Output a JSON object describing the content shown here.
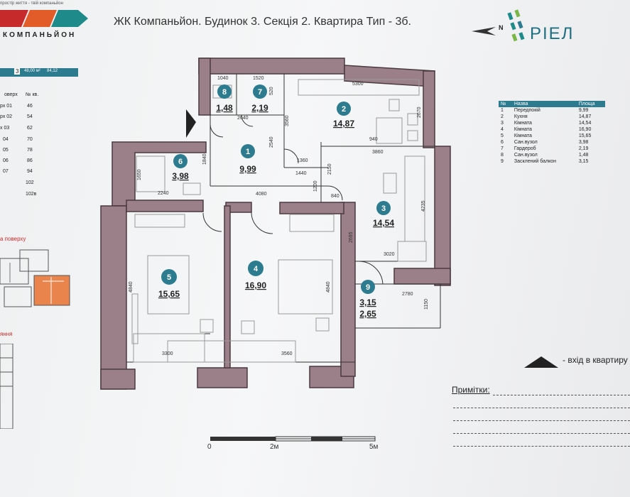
{
  "header": {
    "brand_tagline": "простір життя - твій компаньйон",
    "brand_name": "КОМПАНЬЙОН",
    "title": "ЖК Компаньйон. Будинок 3. Секція 2. Квартира Тип - 3б.",
    "north_label": "N",
    "developer_logo": "РІЕЛ"
  },
  "left_panel": {
    "summary": [
      "3",
      "48,00 м²",
      "84,12"
    ],
    "floors_header": [
      "оверх",
      "№ кв."
    ],
    "floors": [
      [
        "рх 01",
        "46"
      ],
      [
        "рх 02",
        "54"
      ],
      [
        "х 03",
        "62"
      ],
      [
        "04",
        "70"
      ],
      [
        "05",
        "78"
      ],
      [
        "06",
        "86"
      ],
      [
        "07",
        "94"
      ],
      [
        "",
        "102"
      ],
      [
        "",
        "102в"
      ]
    ],
    "section_label_1": "а поверху",
    "section_label_2": "яння"
  },
  "plan": {
    "rooms": [
      {
        "id": "1",
        "area": "9,99"
      },
      {
        "id": "2",
        "area": "14,87"
      },
      {
        "id": "3",
        "area": "14,54"
      },
      {
        "id": "4",
        "area": "16,90"
      },
      {
        "id": "5",
        "area": "15,65"
      },
      {
        "id": "6",
        "area": "3,98"
      },
      {
        "id": "7",
        "area": "2,19"
      },
      {
        "id": "8",
        "area": "1,48"
      },
      {
        "id": "9",
        "area": "3,15",
        "area2": "2,65"
      }
    ],
    "dims": [
      "1040",
      "1520",
      "5300",
      "520",
      "2640",
      "3560",
      "2540",
      "1360",
      "940",
      "1440",
      "1840",
      "2240",
      "4080",
      "1200",
      "840",
      "3860",
      "2670",
      "2150",
      "4235",
      "2695",
      "3020",
      "2780",
      "1150",
      "4840",
      "4840",
      "3300",
      "3560",
      "1650"
    ]
  },
  "legend": {
    "header": [
      "№",
      "Назва",
      "Площа"
    ],
    "rows": [
      [
        "1",
        "Передпокій",
        "9,99"
      ],
      [
        "2",
        "Кухня",
        "14,87"
      ],
      [
        "3",
        "Кімната",
        "14,54"
      ],
      [
        "4",
        "Кімната",
        "16,90"
      ],
      [
        "5",
        "Кімната",
        "15,65"
      ],
      [
        "6",
        "Сан.вузол",
        "3,98"
      ],
      [
        "7",
        "Гардероб",
        "2,19"
      ],
      [
        "8",
        "Сан.вузол",
        "1,48"
      ],
      [
        "9",
        "Засклений балкон",
        "3,15"
      ]
    ]
  },
  "entrance_label": "- вхід в квартиру",
  "notes_label": "Примітки:",
  "scale": [
    "0",
    "2м",
    "5м"
  ],
  "colors": {
    "accent": "#2d7b8e",
    "wall": "#9c8089",
    "brand_red": "#c62a2a",
    "brand_teal": "#1f8a8a"
  }
}
